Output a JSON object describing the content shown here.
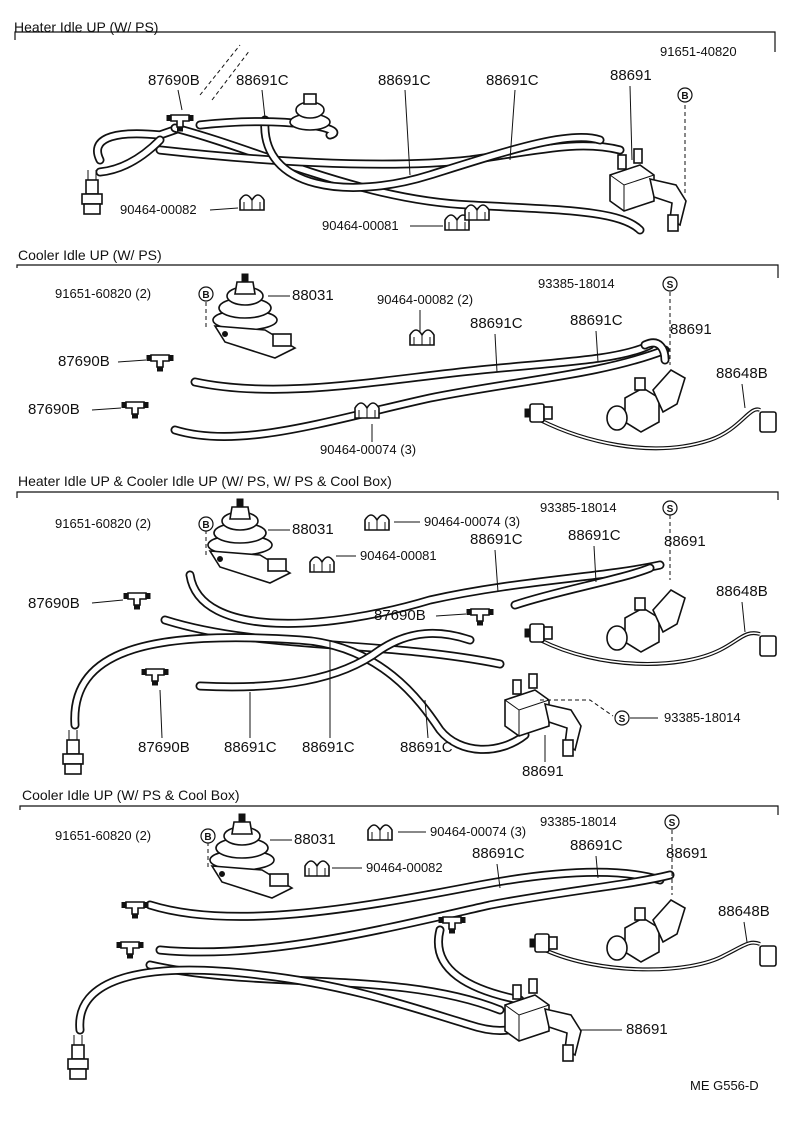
{
  "sections": [
    {
      "title": "Heater Idle UP (W/ PS)"
    },
    {
      "title": "Cooler Idle UP (W/ PS)"
    },
    {
      "title": "Heater Idle UP & Cooler Idle UP (W/ PS, W/ PS & Cool Box)"
    },
    {
      "title": "Cooler Idle UP (W/ PS & Cool Box)"
    }
  ],
  "labels": {
    "s1": {
      "p87690b": "87690B",
      "p88691c_a": "88691C",
      "p88691c_b": "88691C",
      "p88691c_c": "88691C",
      "p88691": "88691",
      "p91651_40820": "91651-40820",
      "p90464_00082": "90464-00082",
      "p90464_00081": "90464-00081",
      "mark_b": "B"
    },
    "s2": {
      "p91651_60820": "91651-60820 (2)",
      "mark_b": "B",
      "p88031": "88031",
      "p90464_00082": "90464-00082 (2)",
      "p93385": "93385-18014",
      "mark_s": "S",
      "p88691c_a": "88691C",
      "p88691c_b": "88691C",
      "p88691": "88691",
      "p87690b_a": "87690B",
      "p87690b_b": "87690B",
      "p88648b": "88648B",
      "p90464_00074": "90464-00074 (3)"
    },
    "s3": {
      "p91651_60820": "91651-60820 (2)",
      "mark_b": "B",
      "p88031": "88031",
      "p90464_00074": "90464-00074 (3)",
      "p90464_00081": "90464-00081",
      "p93385_a": "93385-18014",
      "mark_s_a": "S",
      "p88691c_a": "88691C",
      "p88691c_b": "88691C",
      "p88691_a": "88691",
      "p87690b_a": "87690B",
      "p87690b_b": "87690B",
      "p88648b": "88648B",
      "p87690b_c": "87690B",
      "p88691c_c": "88691C",
      "p88691c_d": "88691C",
      "p88691c_e": "88691C",
      "mark_s_b": "S",
      "p93385_b": "93385-18014",
      "p88691_b": "88691"
    },
    "s4": {
      "p91651_60820": "91651-60820 (2)",
      "mark_b": "B",
      "p88031": "88031",
      "p90464_00074": "90464-00074 (3)",
      "p90464_00082": "90464-00082",
      "p93385": "93385-18014",
      "mark_s": "S",
      "p88691c_a": "88691C",
      "p88691c_b": "88691C",
      "p88691_a": "88691",
      "p88648b": "88648B",
      "p88691_b": "88691"
    }
  },
  "footer": {
    "code": "ME  G556-D"
  }
}
